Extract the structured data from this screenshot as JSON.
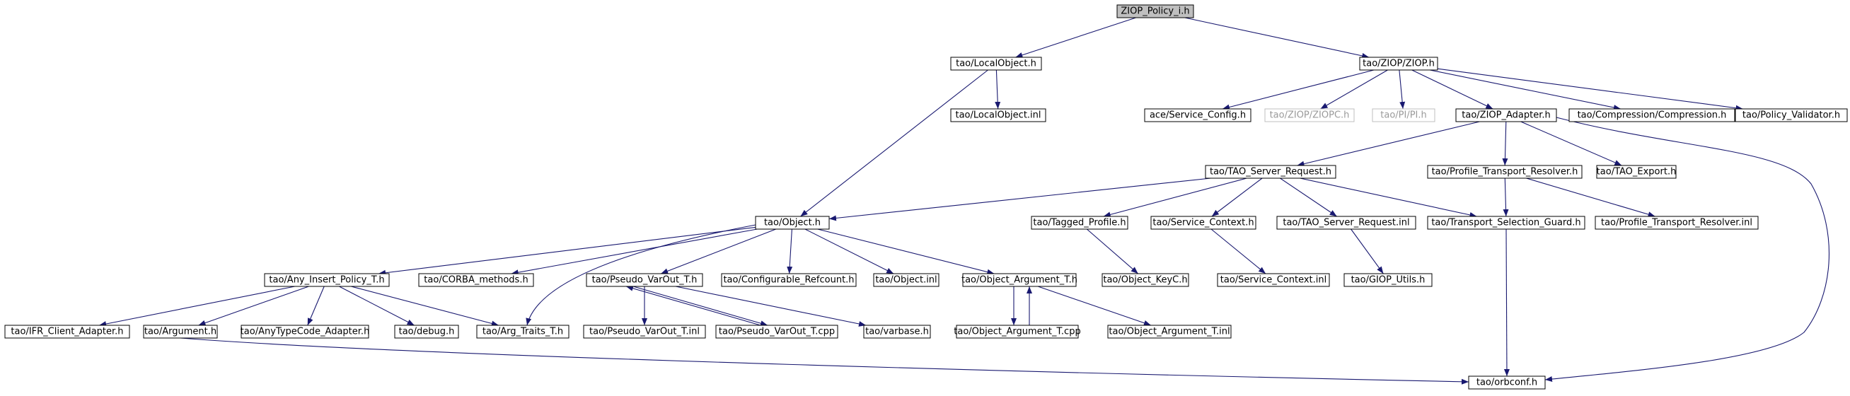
{
  "colors": {
    "edge": "#191970",
    "root_fill": "#bfbfbf",
    "node_border": "#000000",
    "faded_border": "#bfbfbf",
    "background": "#ffffff"
  },
  "nodes": [
    {
      "id": "ziop_policy_i",
      "label": "ZIOP_Policy_i.h",
      "root": true
    },
    {
      "id": "localobject_h",
      "label": "tao/LocalObject.h"
    },
    {
      "id": "ziop_h",
      "label": "tao/ZIOP/ZIOP.h"
    },
    {
      "id": "localobject_inl",
      "label": "tao/LocalObject.inl"
    },
    {
      "id": "service_config",
      "label": "ace/Service_Config.h"
    },
    {
      "id": "ziopc",
      "label": "tao/ZIOP/ZIOPC.h",
      "faded": true
    },
    {
      "id": "pi",
      "label": "tao/PI/PI.h",
      "faded": true
    },
    {
      "id": "ziop_adapter",
      "label": "tao/ZIOP_Adapter.h"
    },
    {
      "id": "compression",
      "label": "tao/Compression/Compression.h"
    },
    {
      "id": "policy_validator",
      "label": "tao/Policy_Validator.h"
    },
    {
      "id": "tao_server_request",
      "label": "tao/TAO_Server_Request.h"
    },
    {
      "id": "profile_transport_resolver",
      "label": "tao/Profile_Transport_Resolver.h"
    },
    {
      "id": "tao_export",
      "label": "tao/TAO_Export.h"
    },
    {
      "id": "object_h",
      "label": "tao/Object.h"
    },
    {
      "id": "tagged_profile",
      "label": "tao/Tagged_Profile.h"
    },
    {
      "id": "service_context",
      "label": "tao/Service_Context.h"
    },
    {
      "id": "tao_server_request_inl",
      "label": "tao/TAO_Server_Request.inl"
    },
    {
      "id": "transport_selection_guard",
      "label": "tao/Transport_Selection_Guard.h"
    },
    {
      "id": "profile_transport_resolver_inl",
      "label": "tao/Profile_Transport_Resolver.inl"
    },
    {
      "id": "any_insert_policy",
      "label": "tao/Any_Insert_Policy_T.h"
    },
    {
      "id": "corba_methods",
      "label": "tao/CORBA_methods.h"
    },
    {
      "id": "pseudo_varout_h",
      "label": "tao/Pseudo_VarOut_T.h"
    },
    {
      "id": "configurable_refcount",
      "label": "tao/Configurable_Refcount.h"
    },
    {
      "id": "object_inl",
      "label": "tao/Object.inl"
    },
    {
      "id": "object_argument_h",
      "label": "tao/Object_Argument_T.h"
    },
    {
      "id": "object_keyc",
      "label": "tao/Object_KeyC.h"
    },
    {
      "id": "service_context_inl",
      "label": "tao/Service_Context.inl"
    },
    {
      "id": "giop_utils",
      "label": "tao/GIOP_Utils.h"
    },
    {
      "id": "ifr_client_adapter",
      "label": "tao/IFR_Client_Adapter.h"
    },
    {
      "id": "argument_h",
      "label": "tao/Argument.h"
    },
    {
      "id": "anytypecode_adapter",
      "label": "tao/AnyTypeCode_Adapter.h"
    },
    {
      "id": "debug_h",
      "label": "tao/debug.h"
    },
    {
      "id": "arg_traits",
      "label": "tao/Arg_Traits_T.h"
    },
    {
      "id": "pseudo_varout_inl",
      "label": "tao/Pseudo_VarOut_T.inl"
    },
    {
      "id": "pseudo_varout_cpp",
      "label": "tao/Pseudo_VarOut_T.cpp"
    },
    {
      "id": "varbase",
      "label": "tao/varbase.h"
    },
    {
      "id": "object_argument_cpp",
      "label": "tao/Object_Argument_T.cpp"
    },
    {
      "id": "object_argument_inl",
      "label": "tao/Object_Argument_T.inl"
    },
    {
      "id": "orbconf",
      "label": "tao/orbconf.h"
    }
  ]
}
